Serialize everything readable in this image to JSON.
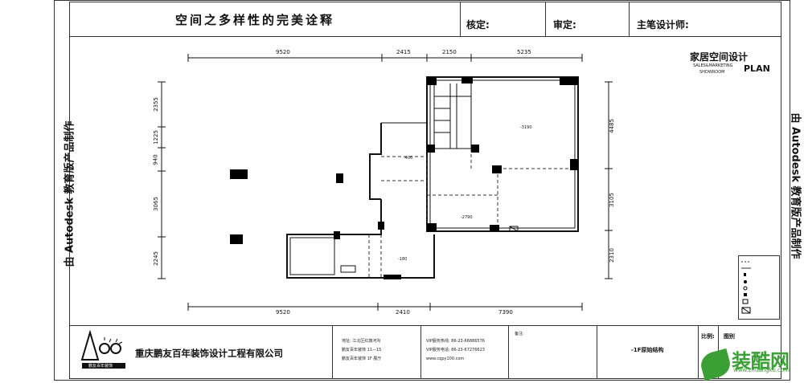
{
  "header": {
    "title": "空间之多样性的完美诠释",
    "check_label": "核定:",
    "review_label": "审定:",
    "designer_label": "主笔设计师:"
  },
  "side_text": {
    "left": "由 Autodesk 教育版产品制作",
    "right": "由 Autodesk 教育版产品制作"
  },
  "brand": {
    "title": "家居空间设计",
    "sub1": "SALES&MARKETING",
    "sub2": "SHOWROOM",
    "plan": "PLAN"
  },
  "dimensions": {
    "top": [
      "9520",
      "2415",
      "2150",
      "5235"
    ],
    "bottom": [
      "9520",
      "2410",
      "7390"
    ],
    "left": [
      "2355",
      "1225",
      "940",
      "3065",
      "2245"
    ],
    "right": [
      "4485",
      "3105",
      "2310"
    ]
  },
  "annotations": {
    "h400": "-400",
    "h3190": "-3190",
    "h2790": "-2790",
    "h180": "-180"
  },
  "title_block": {
    "company": "重庆鹏友百年装饰设计工程有限公司",
    "logo_text": "鹏友百年装饰",
    "address_1": "地址: 江北区红旗河沟",
    "address_2": "鹏友百年装饰 11—15",
    "address_3": "鹏友百年装饰 1F 展厅",
    "contact_1": "VIP服务热线: 86-23-66886576",
    "contact_2": "VIP服务电话: 86-23-67276623",
    "contact_3": "www.cqpy100.com",
    "notes_label": "备注:",
    "drawing_name": "-1F原始结构",
    "scale_label": "比例:",
    "drawing_no_label": "图别"
  },
  "watermark": {
    "cn": "装酷网",
    "url": "www.zhuangku.com"
  }
}
